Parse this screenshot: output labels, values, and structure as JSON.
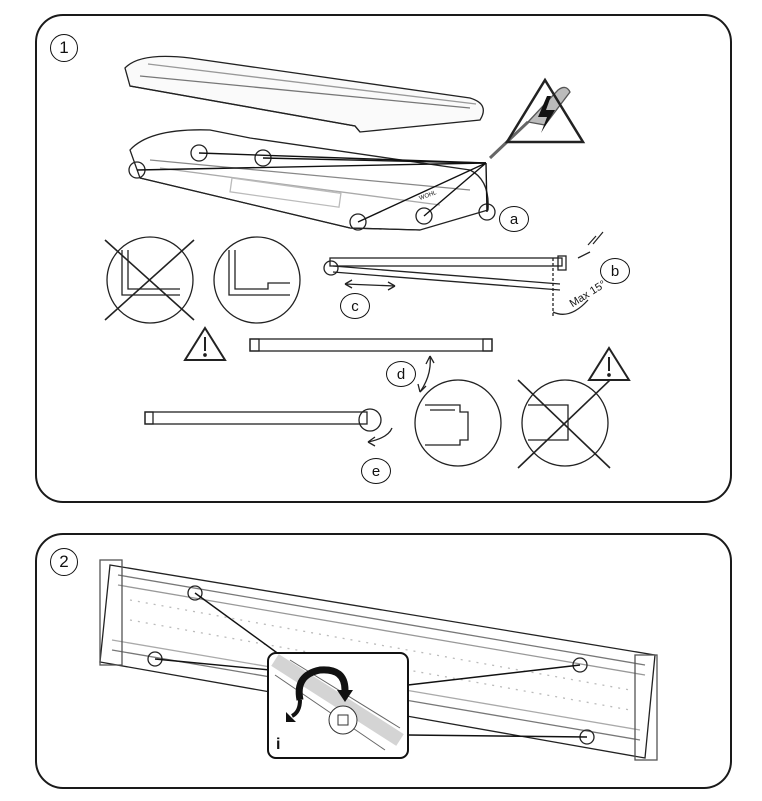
{
  "panel1": {
    "step_label": "1",
    "callouts": {
      "a": "a",
      "b": "b",
      "c": "c",
      "d": "d",
      "e": "e"
    },
    "angle_label": "Max 15°",
    "brand_mark": "WOHL"
  },
  "panel2": {
    "step_label": "2",
    "detail_label": "i"
  },
  "icons": [
    "electric-hazard-icon",
    "warning-icon",
    "screwdriver-icon",
    "rotate-arrow-icon",
    "cross-out-icon"
  ]
}
